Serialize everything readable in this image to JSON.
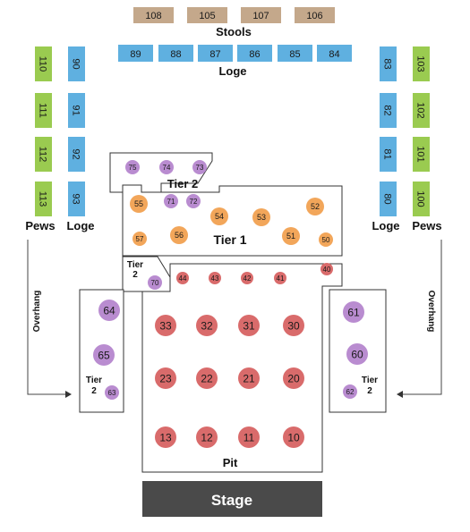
{
  "labels": {
    "stools": "Stools",
    "loge_top": "Loge",
    "tier2_top": "Tier 2",
    "tier1": "Tier 1",
    "tier2_small": [
      "Tier",
      "2"
    ],
    "tier2_left": [
      "Tier",
      "2"
    ],
    "tier2_right": [
      "Tier",
      "2"
    ],
    "pit": "Pit",
    "stage": "Stage",
    "pews_left": "Pews",
    "loge_left": "Loge",
    "loge_right": "Loge",
    "pews_right": "Pews",
    "overhang_left": "Overhang",
    "overhang_right": "Overhang"
  },
  "colors": {
    "stools": "#c4a88b",
    "loge": "#5fb0e0",
    "pews": "#9acb50",
    "tier2": "#b98cd0",
    "tier1": "#f2a65a",
    "pit": "#d96b6b",
    "stage": "#4a4a4a"
  },
  "stools": [
    "108",
    "105",
    "107",
    "106"
  ],
  "loge_top": [
    "89",
    "88",
    "87",
    "86",
    "85",
    "84"
  ],
  "pews_left": [
    "110",
    "111",
    "112",
    "113"
  ],
  "loge_left": [
    "90",
    "91",
    "92",
    "93"
  ],
  "loge_right": [
    "83",
    "82",
    "81",
    "80"
  ],
  "pews_right": [
    "103",
    "102",
    "101",
    "100"
  ],
  "tier2_top": [
    "75",
    "74",
    "73",
    "71",
    "72"
  ],
  "tier1": [
    "55",
    "54",
    "53",
    "52",
    "57",
    "56",
    "51",
    "50"
  ],
  "tier2_small": [
    "70"
  ],
  "pit_front": [
    "44",
    "43",
    "42",
    "41",
    "40"
  ],
  "tier2_left": [
    "64",
    "65",
    "63"
  ],
  "tier2_right": [
    "61",
    "60",
    "62"
  ],
  "pit": [
    "33",
    "32",
    "31",
    "30",
    "23",
    "22",
    "21",
    "20",
    "13",
    "12",
    "11",
    "10"
  ]
}
